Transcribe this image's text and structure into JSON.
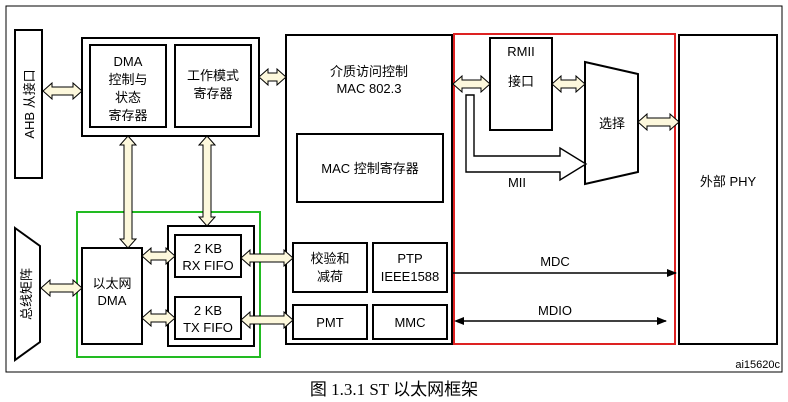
{
  "diagram": {
    "ahb_slave": "AHB 从接口",
    "bus_matrix": "总线矩阵",
    "dma_ctrl": [
      "DMA",
      "控制与",
      "状态",
      "寄存器"
    ],
    "op_mode_reg": [
      "工作模式",
      "寄存器"
    ],
    "eth_dma": [
      "以太网",
      "DMA"
    ],
    "rx_fifo": [
      "2 KB",
      "RX FIFO"
    ],
    "tx_fifo": [
      "2 KB",
      "TX FIFO"
    ],
    "mac": [
      "介质访问控制",
      "MAC 802.3"
    ],
    "mac_ctrl_reg": "MAC 控制寄存器",
    "checksum": [
      "校验和",
      "减荷"
    ],
    "ptp": [
      "PTP",
      "IEEE1588"
    ],
    "pmt": "PMT",
    "mmc": "MMC",
    "rmii": [
      "RMII",
      "接口"
    ],
    "mii": "MII",
    "select": "选择",
    "ext_phy": "外部 PHY",
    "mdc": "MDC",
    "mdio": "MDIO",
    "figure_id": "ai15620c"
  },
  "caption": "图 1.3.1 ST 以太网框架",
  "colors": {
    "green_box": "#22bb22",
    "red_box": "#dd2222",
    "arrow_fill": "#fdf8dc"
  }
}
